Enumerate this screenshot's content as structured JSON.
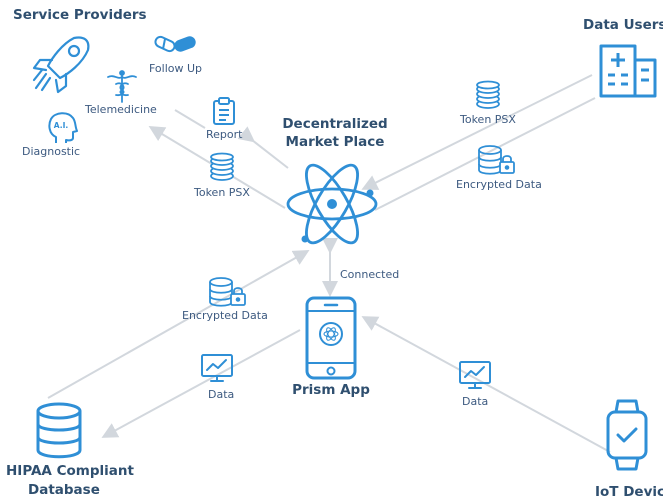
{
  "colors": {
    "accent": "#2f8fd6",
    "arrow": "#d2d7dd",
    "heading": "#2f4f6f",
    "label": "#3d5a80"
  },
  "headings": {
    "service_providers": "Service Providers",
    "data_users": "Data Users",
    "marketplace_line1": "Decentralized",
    "marketplace_line2": "Market Place",
    "prism_app": "Prism App",
    "hipaa_line1": "HIPAA Compliant",
    "hipaa_line2": "Database",
    "iot_devices": "IoT Devices"
  },
  "labels": {
    "follow_up": "Follow Up",
    "telemedicine": "Telemedicine",
    "report": "Report",
    "diagnostic": "Diagnostic",
    "token_psx_left": "Token PSX",
    "token_psx_right": "Token PSX",
    "encrypted_data_right": "Encrypted Data",
    "encrypted_data_left": "Encrypted Data",
    "connected": "Connected",
    "data_left": "Data",
    "data_right": "Data",
    "ai_badge": "A.I."
  },
  "icons": [
    "rocket-icon",
    "pills-icon",
    "caduceus-icon",
    "ai-head-icon",
    "clipboard-icon",
    "coin-stack-icon",
    "hospital-icon",
    "encrypted-database-icon",
    "atom-icon",
    "smartphone-icon",
    "monitor-chart-icon",
    "database-icon",
    "smartwatch-icon"
  ]
}
